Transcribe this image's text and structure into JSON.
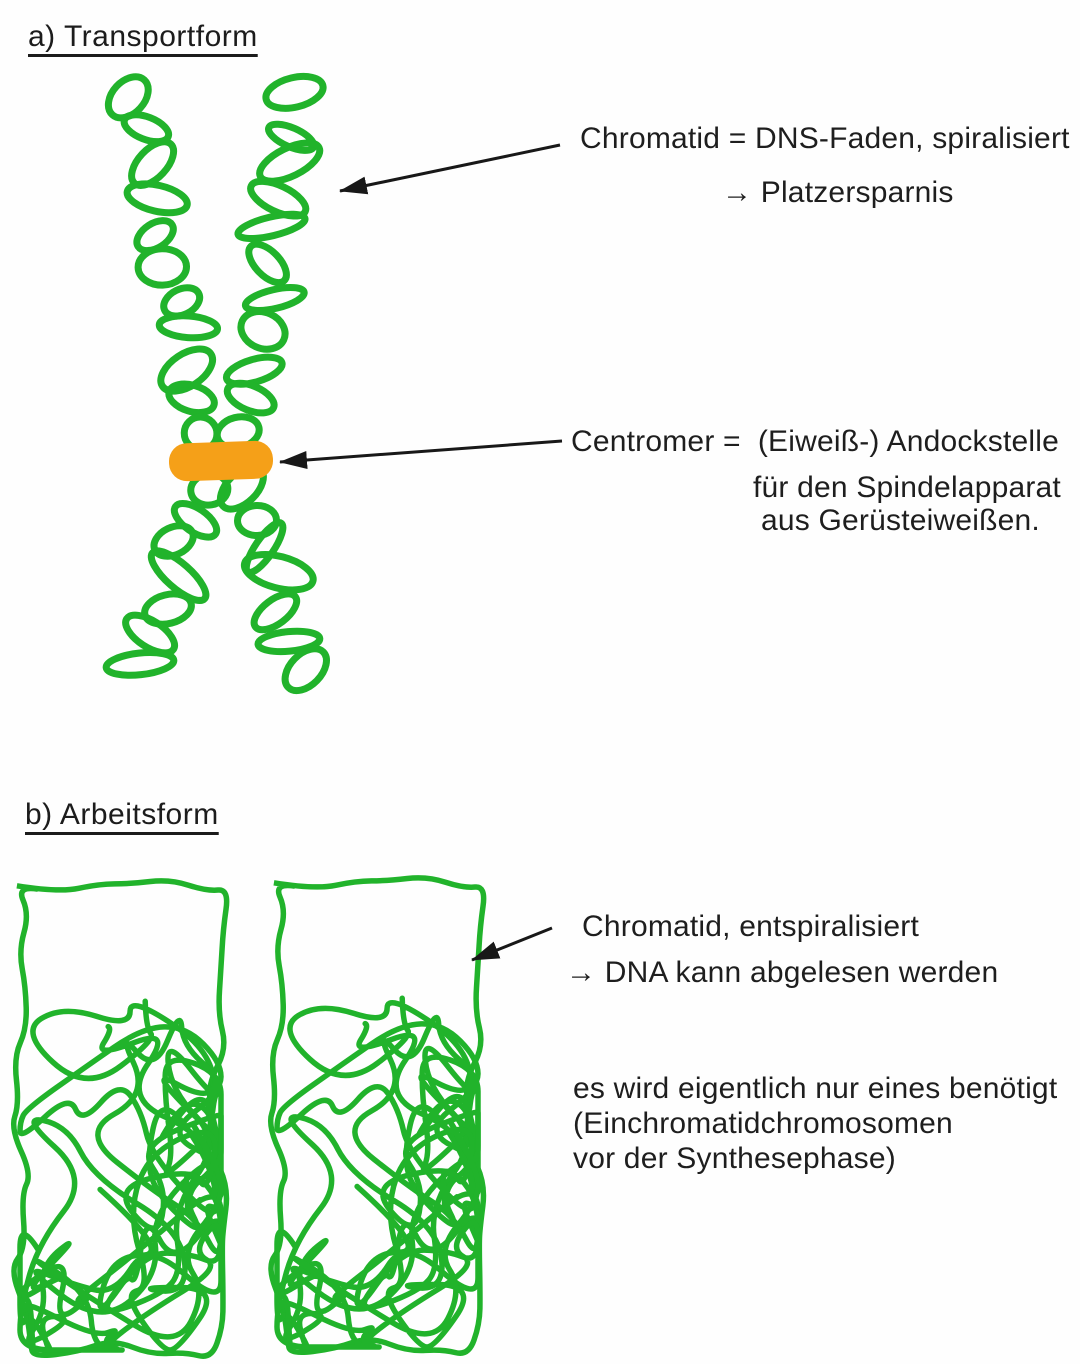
{
  "colors": {
    "background": "#fefefe",
    "chromatid_green": "#21b32b",
    "centromere_orange": "#f5a018",
    "ink": "#181818"
  },
  "section_a": {
    "heading": "a) Transportform",
    "chromatid_label_line1": "Chromatid = DNS-Faden, spiralisiert",
    "chromatid_label_line2": "→ Platzersparnis",
    "centromer_label_line1": "Centromer =  (Eiweiß-) Andockstelle",
    "centromer_label_line2": "für den Spindelapparat",
    "centromer_label_line3": "aus Gerüsteiweißen."
  },
  "section_b": {
    "heading": "b) Arbeitsform",
    "chromatid_label_line1": "Chromatid, entspiralisiert",
    "chromatid_label_line2": "→ DNA kann abgelesen werden",
    "note_line1": "es wird eigentlich nur eines benötigt",
    "note_line2": "(Einchromatidchromosomen",
    "note_line3": "vor der Synthesephase)"
  }
}
